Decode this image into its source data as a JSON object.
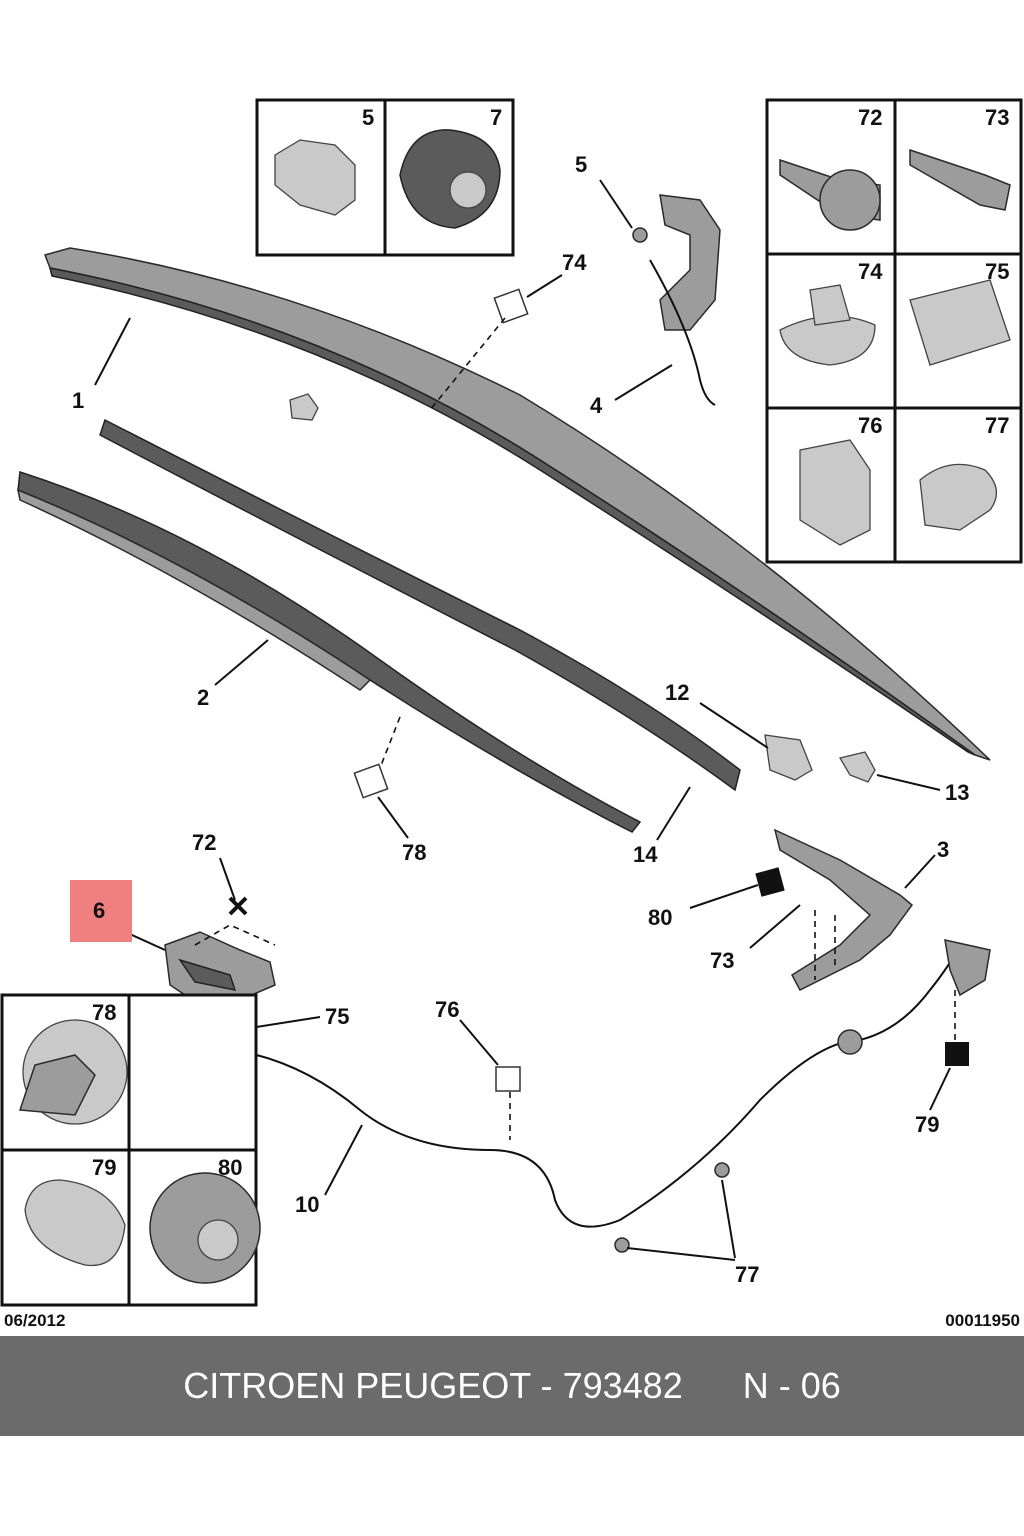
{
  "diagram": {
    "date_code": "06/2012",
    "reference": "00011950",
    "highlight_color": "#f08080",
    "highlighted_part": "6",
    "callouts": [
      "1",
      "2",
      "3",
      "4",
      "5",
      "6",
      "10",
      "12",
      "13",
      "14",
      "72",
      "73",
      "74",
      "75",
      "76",
      "77",
      "78",
      "79",
      "80"
    ],
    "top_box": [
      "5",
      "7"
    ],
    "right_box": [
      "72",
      "73",
      "74",
      "75",
      "76",
      "77"
    ],
    "bottom_box": [
      "78",
      "79",
      "80"
    ]
  },
  "footer": {
    "brand": "CITROEN PEUGEOT - 793482",
    "page": "N - 06",
    "background": "#6b6b6b"
  }
}
